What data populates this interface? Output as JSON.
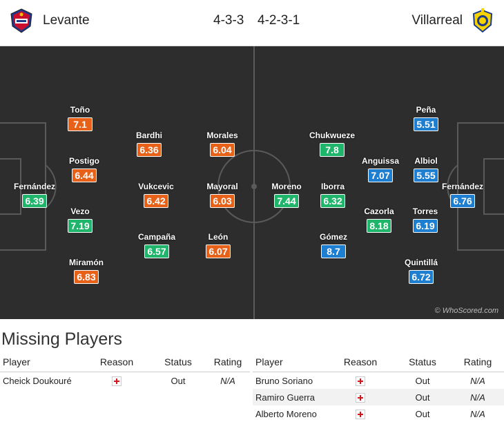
{
  "header": {
    "home_team": "Levante",
    "away_team": "Villarreal",
    "home_formation": "4-3-3",
    "away_formation": "4-2-3-1"
  },
  "colors": {
    "pitch": "#2d2d2d",
    "rating_orange": "#e86119",
    "rating_green": "#1fb56a",
    "rating_blue": "#1e7ed0"
  },
  "home_players": [
    {
      "name": "Toño",
      "rating": "7.1",
      "color": "orange"
    },
    {
      "name": "Postigo",
      "rating": "6.44",
      "color": "orange"
    },
    {
      "name": "Fernández",
      "rating": "6.39",
      "color": "green"
    },
    {
      "name": "Vezo",
      "rating": "7.19",
      "color": "green"
    },
    {
      "name": "Miramón",
      "rating": "6.83",
      "color": "orange"
    },
    {
      "name": "Bardhi",
      "rating": "6.36",
      "color": "orange"
    },
    {
      "name": "Vukcevic",
      "rating": "6.42",
      "color": "orange"
    },
    {
      "name": "Campaña",
      "rating": "6.57",
      "color": "green"
    },
    {
      "name": "Morales",
      "rating": "6.04",
      "color": "orange"
    },
    {
      "name": "Mayoral",
      "rating": "6.03",
      "color": "orange"
    },
    {
      "name": "León",
      "rating": "6.07",
      "color": "orange"
    }
  ],
  "away_players": [
    {
      "name": "Moreno",
      "rating": "7.44",
      "color": "green"
    },
    {
      "name": "Chukwueze",
      "rating": "7.8",
      "color": "green"
    },
    {
      "name": "Iborra",
      "rating": "6.32",
      "color": "green"
    },
    {
      "name": "Gómez",
      "rating": "8.7",
      "color": "blue"
    },
    {
      "name": "Anguissa",
      "rating": "7.07",
      "color": "blue"
    },
    {
      "name": "Cazorla",
      "rating": "8.18",
      "color": "green"
    },
    {
      "name": "Peña",
      "rating": "5.51",
      "color": "blue"
    },
    {
      "name": "Albiol",
      "rating": "5.55",
      "color": "blue"
    },
    {
      "name": "Torres",
      "rating": "6.19",
      "color": "blue"
    },
    {
      "name": "Quintillá",
      "rating": "6.72",
      "color": "blue"
    },
    {
      "name": "Fernández",
      "rating": "6.76",
      "color": "blue"
    }
  ],
  "watermark": "© WhoScored.com",
  "missing": {
    "title": "Missing Players",
    "columns": [
      "Player",
      "Reason",
      "Status",
      "Rating"
    ],
    "home": [
      {
        "player": "Cheick Doukouré",
        "reason_icon": "injury-cross-icon",
        "status": "Out",
        "rating": "N/A"
      }
    ],
    "away": [
      {
        "player": "Bruno Soriano",
        "reason_icon": "injury-cross-icon",
        "status": "Out",
        "rating": "N/A"
      },
      {
        "player": "Ramiro Guerra",
        "reason_icon": "injury-cross-icon",
        "status": "Out",
        "rating": "N/A"
      },
      {
        "player": "Alberto Moreno",
        "reason_icon": "injury-cross-icon",
        "status": "Out",
        "rating": "N/A"
      }
    ]
  }
}
